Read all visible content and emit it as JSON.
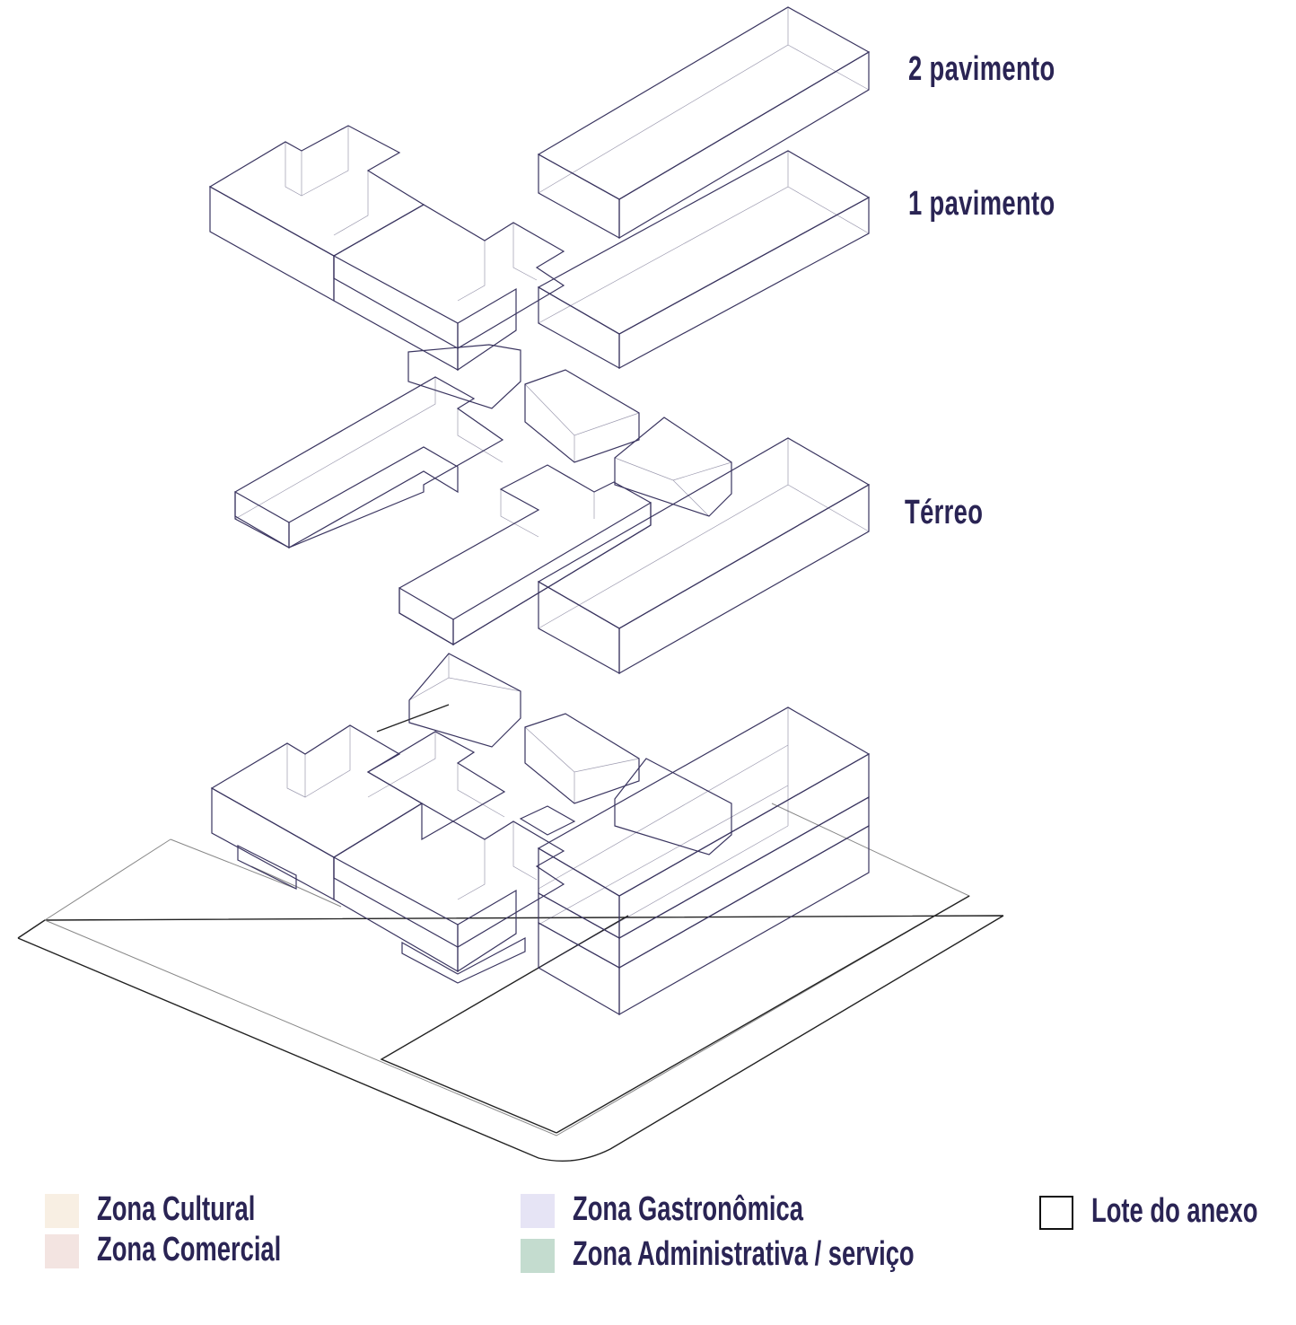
{
  "floor_labels": {
    "second": "2 pavimento",
    "first": "1 pavimento",
    "ground": "Térreo"
  },
  "legend": {
    "cultural": {
      "label": "Zona Cultural",
      "color": "#f8efe3"
    },
    "comercial": {
      "label": "Zona Comercial",
      "color": "#f3e4e1"
    },
    "gastronomica": {
      "label": "Zona Gastronômica",
      "color": "#e6e4f5"
    },
    "administrativa": {
      "label": "Zona Administrativa / serviço",
      "color": "#c4dccf"
    },
    "lote": {
      "label": "Lote do anexo"
    }
  },
  "colors": {
    "text": "#2a2454",
    "edge": "#3a3560"
  }
}
